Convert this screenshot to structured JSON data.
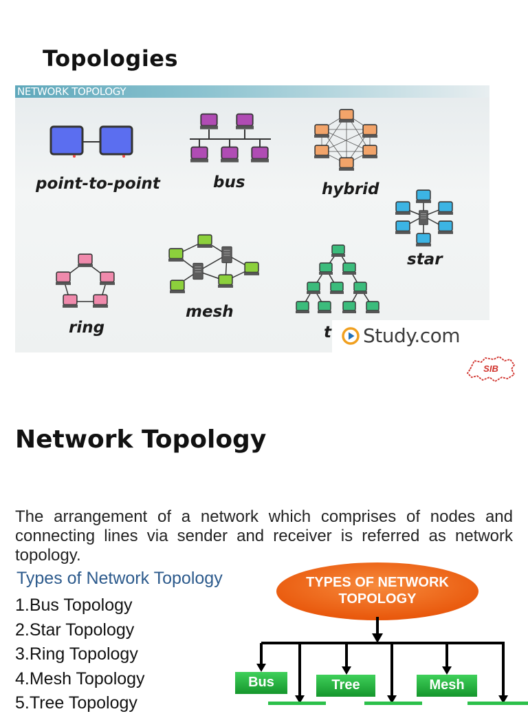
{
  "slide1": {
    "title": "Topologies",
    "image": {
      "header": "NETWORK TOPOLOGY",
      "labels": {
        "point_to_point": "point-to-point",
        "bus": "bus",
        "hybrid": "hybrid",
        "star": "star",
        "ring": "ring",
        "mesh": "mesh",
        "tree_partial": "t"
      },
      "watermark": "Study.com",
      "colors": {
        "point_to_point": "#5b6ef0",
        "bus": "#b04cb4",
        "hybrid": "#f2a46a",
        "star": "#3cb4e4",
        "ring": "#f08aac",
        "mesh": "#8cd03c",
        "tree": "#3cbc7c"
      }
    },
    "logo": "SIB"
  },
  "slide2": {
    "title": "Network Topology",
    "paragraph": "The arrangement of a network which comprises of nodes and connecting lines via sender and receiver is referred as network topology.",
    "types_heading": "Types of Network Topology",
    "types": [
      "1.Bus Topology",
      "2.Star Topology",
      "3.Ring Topology",
      "4.Mesh Topology",
      "5.Tree Topology"
    ],
    "diagram": {
      "title_line1": "TYPES OF NETWORK",
      "title_line2": "TOPOLOGY",
      "boxes": [
        "Bus",
        "Tree",
        "Mesh"
      ],
      "colors": {
        "oval": "#f26a1b",
        "box": "#22b03c"
      }
    }
  }
}
